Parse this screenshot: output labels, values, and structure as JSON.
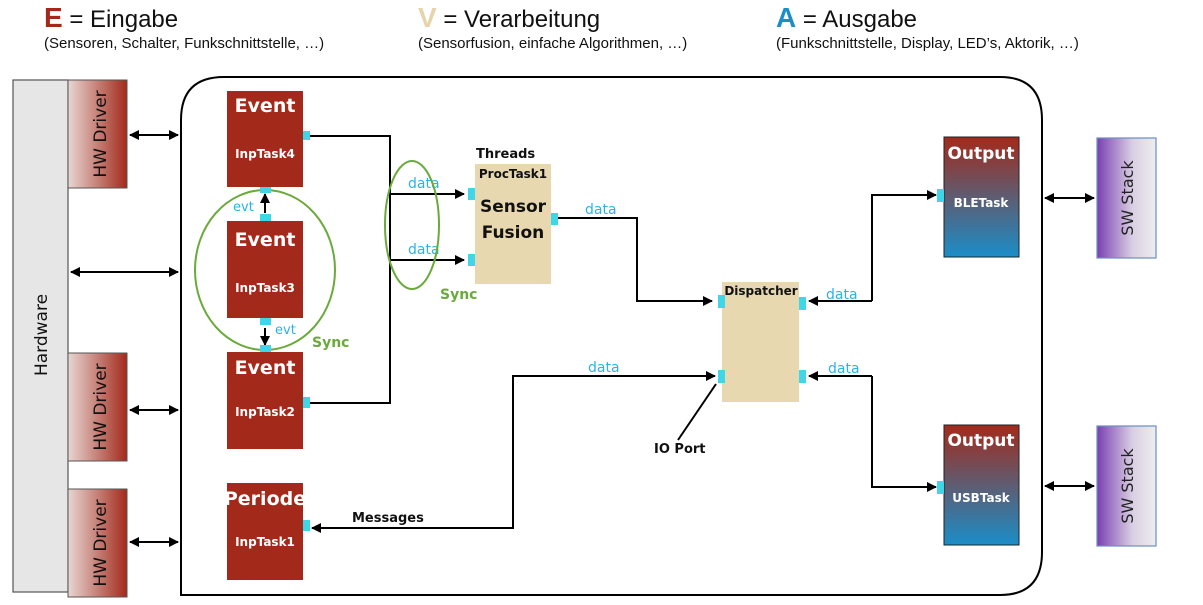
{
  "legend": [
    {
      "letter": "E",
      "text": " = Eingabe",
      "sub": "(Sensoren, Schalter, Funkschnittstelle, …)",
      "color": "#a32a1b"
    },
    {
      "letter": "V",
      "text": " = Verarbeitung",
      "sub": "(Sensorfusion, einfache Algorithmen, …)",
      "color": "#e6d5ab"
    },
    {
      "letter": "A",
      "text": " = Ausgabe",
      "sub": "(Funkschnittstelle, Display, LED’s, Aktorik, …)",
      "color": "#1a8ec8"
    }
  ],
  "hardware": {
    "label": "Hardware"
  },
  "hw_drivers": [
    {
      "label": "HW Driver"
    },
    {
      "label": "HW Driver"
    },
    {
      "label": "HW Driver"
    }
  ],
  "sw_stacks": [
    {
      "label": "SW Stack"
    },
    {
      "label": "SW Stack"
    }
  ],
  "input_tasks": [
    {
      "type": "Event",
      "name": "InpTask4"
    },
    {
      "type": "Event",
      "name": "InpTask3"
    },
    {
      "type": "Event",
      "name": "InpTask2"
    },
    {
      "type": "Periode",
      "name": "InpTask1"
    }
  ],
  "proc_task": {
    "header": "Threads",
    "name": "ProcTask1",
    "title_line1": "Sensor",
    "title_line2": "Fusion"
  },
  "dispatcher": {
    "label": "Dispatcher"
  },
  "output_tasks": [
    {
      "type": "Output",
      "name": "BLETask"
    },
    {
      "type": "Output",
      "name": "USBTask"
    }
  ],
  "labels": {
    "evt": "evt",
    "data": "data",
    "sync": "Sync",
    "messages": "Messages",
    "io_port": "IO Port"
  },
  "colors": {
    "input": "#a32a1b",
    "proc": "#e8d8b0",
    "port": "#3fd6e8",
    "sync": "#6aaa3a",
    "data_label": "#2bb3e6",
    "output_top": "#a32a1b",
    "output_bottom": "#1a8ec8",
    "sw_stack": "#7b3fb0"
  }
}
